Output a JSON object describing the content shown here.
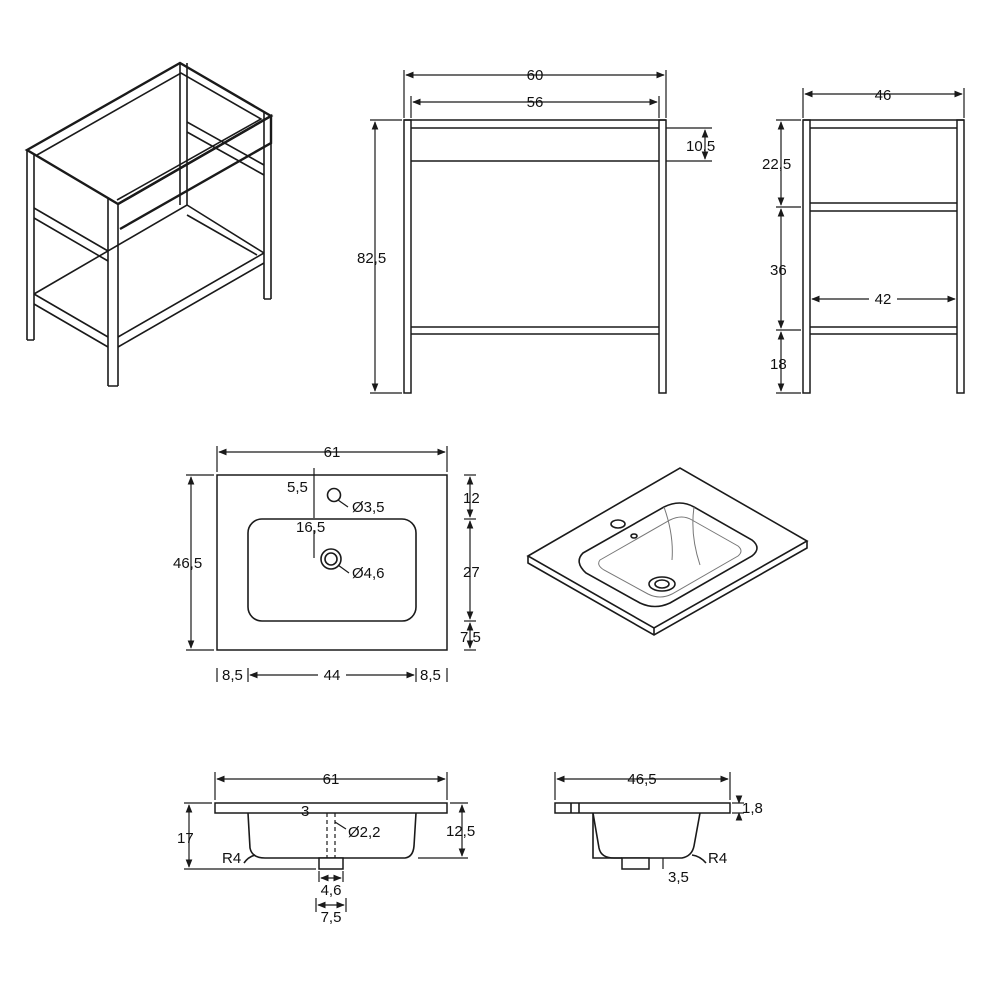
{
  "colors": {
    "line": "#1a1a1a",
    "background": "#ffffff"
  },
  "cabinet_front": {
    "width": "60",
    "inner_width": "56",
    "top_rail": "10,5",
    "height": "82,5"
  },
  "cabinet_side": {
    "depth": "46",
    "upper": "22,5",
    "middle": "36",
    "lower": "18",
    "inner_depth": "42"
  },
  "basin_top": {
    "width": "61",
    "depth": "46,5",
    "tap_offset": "5,5",
    "tap_hole": "Ø3,5",
    "drain_offset": "16,5",
    "drain_hole": "Ø4,6",
    "back_margin": "12",
    "bowl_depth": "27",
    "front_margin": "7,5",
    "side_left": "8,5",
    "bowl_width": "44",
    "side_right": "8,5"
  },
  "basin_front_section": {
    "width": "61",
    "height": "17",
    "overflow": "3",
    "overflow_hole": "Ø2,2",
    "bowl_height": "12,5",
    "radius": "R4",
    "drain_width": "4,6",
    "drain_flange": "7,5"
  },
  "basin_side_section": {
    "depth": "46,5",
    "thickness": "1,8",
    "radius": "R4",
    "drain_offset": "3,5"
  }
}
